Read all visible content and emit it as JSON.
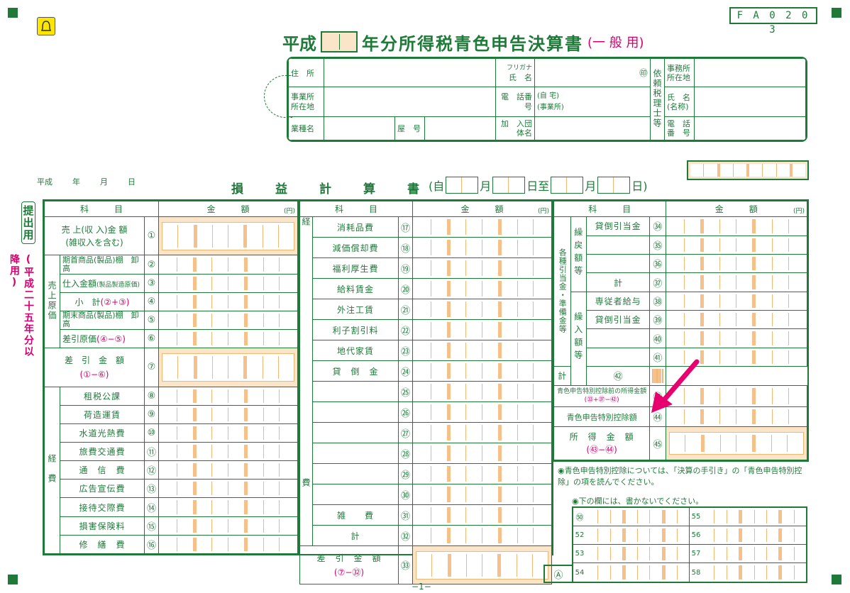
{
  "form_code": "F A 0 2 0 3",
  "title": {
    "prefix": "平成",
    "main": "年分所得税青色申告決算書",
    "suffix": "(一 般 用)"
  },
  "sidebar": {
    "submit": "提出用",
    "period": "(平成二十五年分以降用)"
  },
  "header_fields": {
    "address": "住　所",
    "furigana": "フリガナ",
    "name": "氏　名",
    "seal": "㊞",
    "business_place": "事業所所在地",
    "phone": "電　話番　号",
    "phone_home": "(自 宅)",
    "phone_office": "(事業所)",
    "business_type": "業種名",
    "shop_name": "屋　号",
    "association": "加　入団体名",
    "tax_accountant": "依頼税理士等",
    "accountant_office": "事務所所在地",
    "accountant_name": "氏　名(名称)",
    "accountant_phone": "電　話番　号"
  },
  "date_line": {
    "era": "平成",
    "year": "年",
    "month": "月",
    "day": "日"
  },
  "pl_title": "損　益　計　算　書",
  "period_label": {
    "from": "(自",
    "m1": "月",
    "d1": "日至",
    "m2": "月",
    "d2": "日)"
  },
  "col_headers": {
    "item": "科　　　目",
    "amount": "金　　　額",
    "yen": "(円)"
  },
  "col1": {
    "sales": "売 上(収 入)金 額",
    "sales_sub": "(雑収入を含む)",
    "n1": "①",
    "cogs_group": "売上原価",
    "r2": "期首商品(製品)棚　卸　高",
    "n2": "②",
    "r3": "仕入金額",
    "r3_sub": "(製品製造原価)",
    "n3": "③",
    "r4": "小　計",
    "r4_f": "(②+③)",
    "n4": "④",
    "r5": "期末商品(製品)棚　卸　高",
    "n5": "⑤",
    "r6": "差引原価",
    "r6_f": "(④−⑤)",
    "n6": "⑥",
    "r7": "差　引　金　額",
    "r7_f": "(①−⑥)",
    "n7": "⑦",
    "exp_group": "経　費",
    "r8": "租税公課",
    "n8": "⑧",
    "r9": "荷造運賃",
    "n9": "⑨",
    "r10": "水道光熱費",
    "n10": "⑩",
    "r11": "旅費交通費",
    "n11": "⑪",
    "r12": "通　信　費",
    "n12": "⑫",
    "r13": "広告宣伝費",
    "n13": "⑬",
    "r14": "接待交際費",
    "n14": "⑭",
    "r15": "損害保険料",
    "n15": "⑮",
    "r16": "修　繕　費",
    "n16": "⑯"
  },
  "col2": {
    "group": "経　　　費",
    "r17": "消耗品費",
    "n17": "⑰",
    "r18": "減価償却費",
    "n18": "⑱",
    "r19": "福利厚生費",
    "n19": "⑲",
    "r20": "給料賃金",
    "n20": "⑳",
    "r21": "外注工賃",
    "n21": "㉑",
    "r22": "利子割引料",
    "n22": "㉒",
    "r23": "地代家賃",
    "n23": "㉓",
    "r24": "貸　倒　金",
    "n24": "㉔",
    "n25": "㉕",
    "n26": "㉖",
    "n27": "㉗",
    "n28": "㉘",
    "n29": "㉙",
    "n30": "㉚",
    "r31": "雑　　費",
    "n31": "㉛",
    "r32": "計",
    "n32": "㉜",
    "r33": "差　引　金　額",
    "r33_f": "(⑦−㉜)",
    "n33": "㉝"
  },
  "col3": {
    "group_main": "各種引当金・準備金等",
    "g1": "繰戻額等",
    "g2": "繰入額等",
    "r34": "貸倒引当金",
    "n34": "㉞",
    "n35": "㉟",
    "n36": "㊱",
    "r37": "計",
    "n37": "㊲",
    "r38": "専従者給与",
    "n38": "㊳",
    "r39": "貸倒引当金",
    "n39": "㊴",
    "n40": "㊵",
    "n41": "㊶",
    "r42": "計",
    "n42": "㊷",
    "r43": "青色申告特別控除前の所得金額",
    "r43_f": "(㉝+㊲−㊷)",
    "n43": "㊸",
    "r44": "青色申告特別控除額",
    "n44": "㊹",
    "r45": "所　得　金　額",
    "r45_f": "(㊸−㊹)",
    "n45": "㊺"
  },
  "notes": {
    "note1": "◉青色申告特別控除については、「決算の手引き」の「青色申告特別控除」の項を読んでください。",
    "note2": "◉下の欄には、書かないでください。"
  },
  "bottom_codes": {
    "a": "Ⓐ",
    "c51": "㊿",
    "c52": "52",
    "c53": "53",
    "c54": "54",
    "c55": "55",
    "c56": "56",
    "c57": "57",
    "c58": "58"
  },
  "page_number": "−1−"
}
